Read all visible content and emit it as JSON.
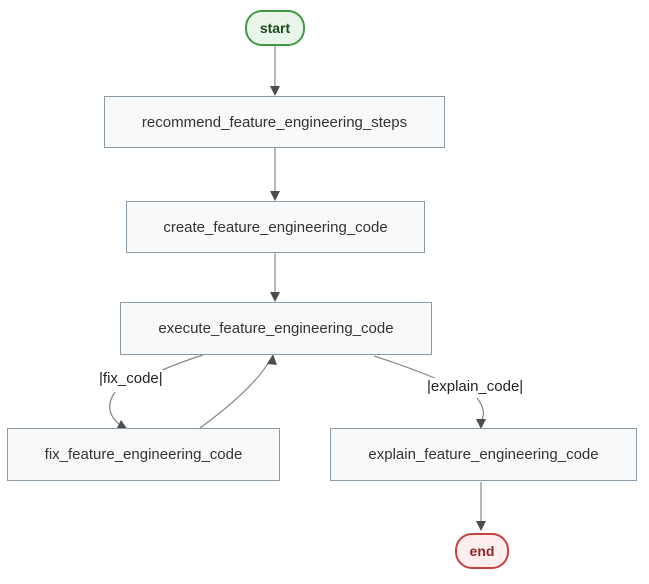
{
  "nodes": {
    "start": {
      "label": "start"
    },
    "recommend": {
      "label": "recommend_feature_engineering_steps"
    },
    "create": {
      "label": "create_feature_engineering_code"
    },
    "execute": {
      "label": "execute_feature_engineering_code"
    },
    "fix": {
      "label": "fix_feature_engineering_code"
    },
    "explain": {
      "label": "explain_feature_engineering_code"
    },
    "end": {
      "label": "end"
    }
  },
  "edges": {
    "fix_code_label": "|fix_code|",
    "explain_code_label": "|explain_code|"
  },
  "colors": {
    "start_fill": "#e9f5e9",
    "start_border": "#3f9a43",
    "start_text": "#1b4a1e",
    "end_fill": "#fdeded",
    "end_border": "#c5423e",
    "end_text": "#8c2622",
    "node_fill": "#f7f9fa",
    "node_border": "#8a9aa6",
    "node_text": "#333333",
    "edge_line": "#888888",
    "arrowhead": "#4d4d4d",
    "label_text": "#222222"
  }
}
